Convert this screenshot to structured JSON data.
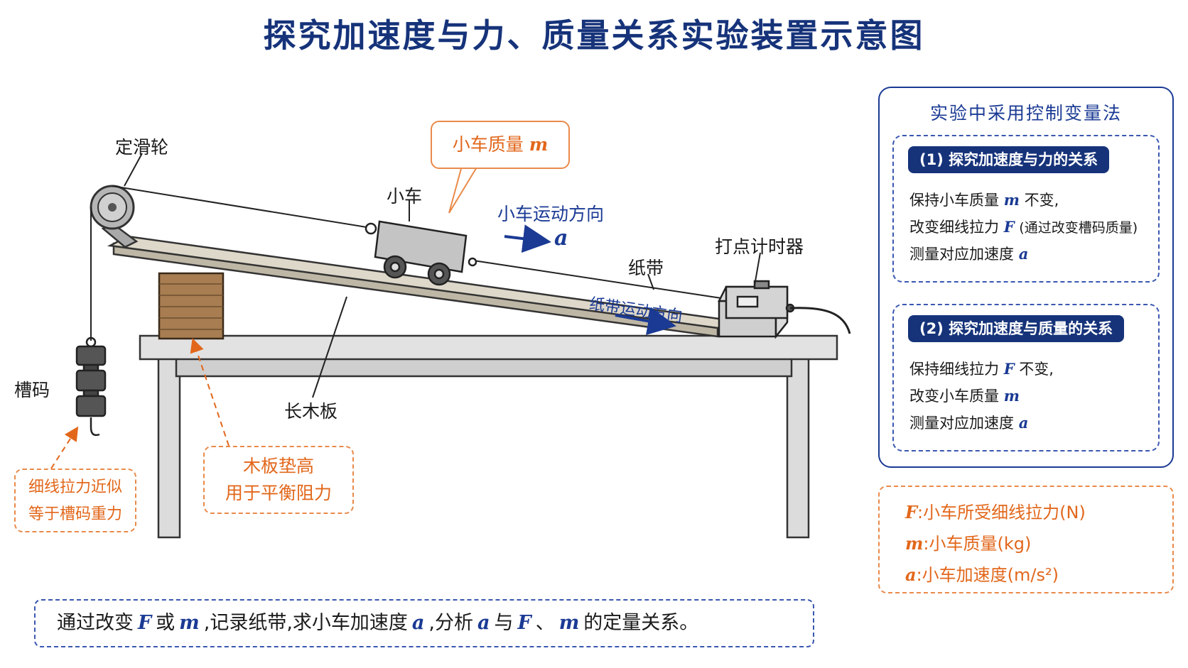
{
  "title": "探究加速度与力、质量关系实验装置示意图",
  "labels": {
    "pulley": "定滑轮",
    "cart": "小车",
    "tape": "纸带",
    "timer": "打点计时器",
    "board": "长木板",
    "weights": "槽码",
    "cart_direction": "小车运动方向",
    "cart_direction_symbol": "a",
    "tape_direction": "纸带运动方向"
  },
  "callouts": {
    "cart_mass": "小车质量",
    "cart_mass_symbol": "m",
    "board_raise_line1": "木板垫高",
    "board_raise_line2": "用于平衡阻力",
    "tension_line1": "细线拉力近似",
    "tension_line2": "等于槽码重力"
  },
  "method_panel": {
    "title": "实验中采用控制变量法",
    "part1": {
      "header": "(1) 探究加速度与力的关系",
      "l1_text": "保持小车质量",
      "l1_sym": "m",
      "l1_end": "不变,",
      "l2_text": "改变细线拉力",
      "l2_sym": "F",
      "l2_end": "(通过改变槽码质量)",
      "l3_text": "测量对应加速度",
      "l3_sym": "a"
    },
    "part2": {
      "header": "(2) 探究加速度与质量的关系",
      "l1_text": "保持细线拉力",
      "l1_sym": "F",
      "l1_end": "不变,",
      "l2_text": "改变小车质量",
      "l2_sym": "m",
      "l3_text": "测量对应加速度",
      "l3_sym": "a"
    }
  },
  "legend": {
    "r1_sym": "F",
    "r1_text": ":小车所受细线拉力(N)",
    "r2_sym": "m",
    "r2_text": ":小车质量(kg)",
    "r3_sym": "a",
    "r3_text": ":小车加速度(m/s²)"
  },
  "footer": {
    "p1": "通过改变",
    "s1": "F",
    "p2": "或",
    "s2": "m",
    "p3": ",记录纸带,求小车加速度",
    "s3": "a",
    "p4": ",分析",
    "s4": "a",
    "p5": "与",
    "s5": "F",
    "p6": "、",
    "s6": "m",
    "p7": "的定量关系。"
  },
  "colors": {
    "title": "#16337a",
    "accent_blue": "#1a3a94",
    "accent_orange": "#e2671b",
    "wood": "#d9d2c3",
    "table": "#dadada"
  }
}
